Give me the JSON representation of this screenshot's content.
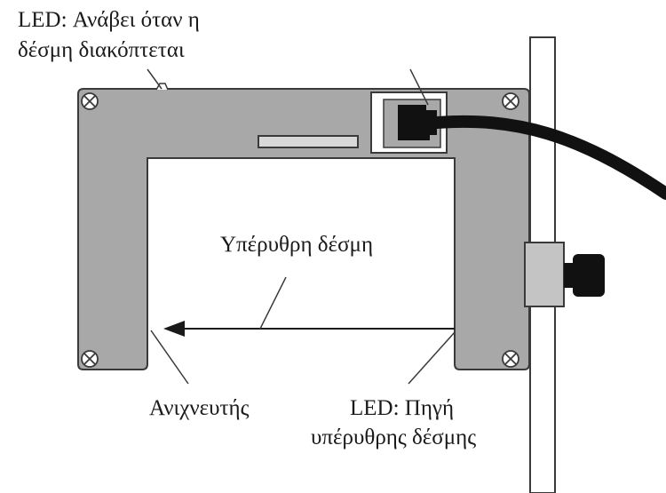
{
  "labels": {
    "led_indicator_line1": "LED: Ανάβει όταν η",
    "led_indicator_line2": "δέσμη διακόπτεται",
    "infrared_beam": "Υπέρυθρη δέσμη",
    "detector": "Ανιχνευτής",
    "led_source_line1": "LED: Πηγή",
    "led_source_line2": "υπέρυθρης δέσμης"
  },
  "colors": {
    "housing_fill": "#a8a8a8",
    "housing_stroke": "#3a3a3a",
    "rod_fill": "#ffffff",
    "cable": "#111111",
    "text": "#1a1a1a",
    "background": "#ffffff"
  },
  "icons": [
    "screw-icon",
    "connector-icon",
    "cable-icon",
    "knob-icon",
    "arrowhead-icon"
  ]
}
